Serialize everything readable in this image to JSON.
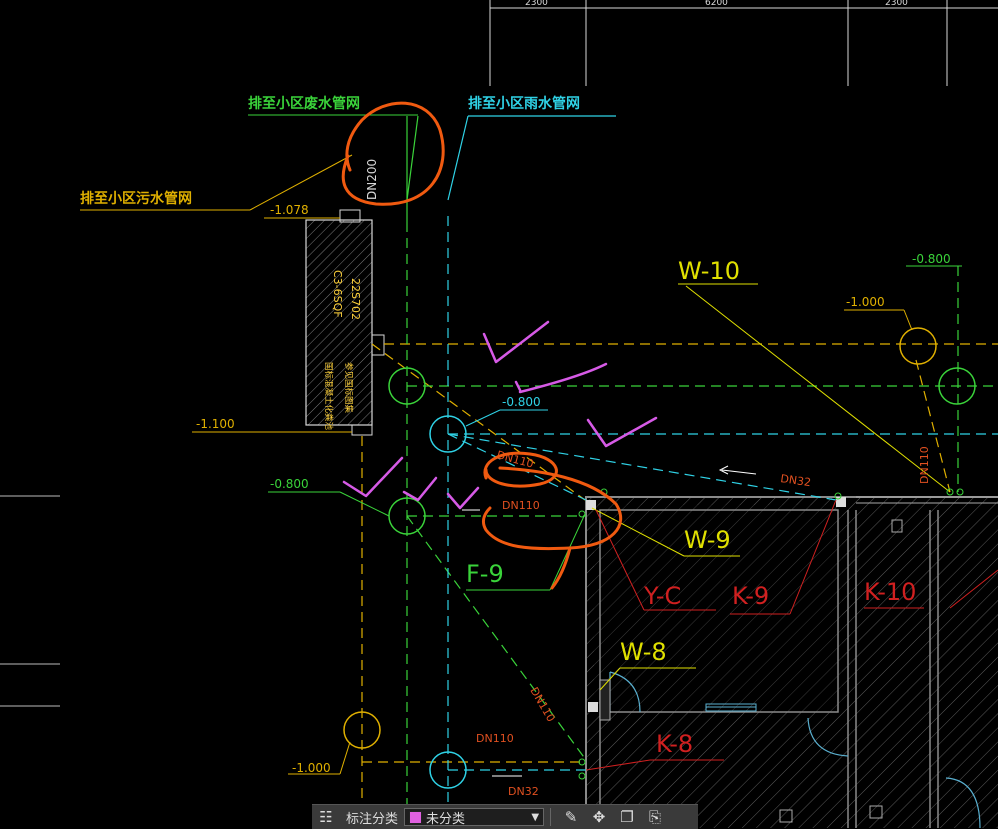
{
  "top_dimensions": [
    "2300",
    "6200",
    "2300"
  ],
  "outlet_labels": {
    "waste_water": "排至小区废水管网",
    "rain_water": "排至小区雨水管网",
    "sewage": "排至小区污水管网"
  },
  "pipe_sizes": {
    "dn200": "DN200",
    "dn110_a": "DN110",
    "dn110_b": "DN110",
    "dn110_c": "DN110",
    "dn110_d": "DN110",
    "dn32_a": "DN32",
    "dn32_b": "DN32",
    "dn110_right": "DN110"
  },
  "elevations": {
    "e1": "-1.078",
    "e2": "-1.100",
    "e3": "-0.800",
    "e4": "-0.800",
    "e5": "-0.800",
    "e6": "-1.000",
    "e7": "-1.000"
  },
  "tank": {
    "model": "C3-6SQF",
    "code": "22S702",
    "note1": "国标混凝土化粪池",
    "note2": "参见国标图集"
  },
  "tags": {
    "w10": "W-10",
    "w9": "W-9",
    "w8": "W-8",
    "f9": "F-9",
    "yc": "Y-C",
    "k9": "K-9",
    "k10": "K-10",
    "k8": "K-8"
  },
  "toolbar": {
    "category_label": "标注分类",
    "selected_category": "未分类",
    "category_color": "#e060e0"
  }
}
